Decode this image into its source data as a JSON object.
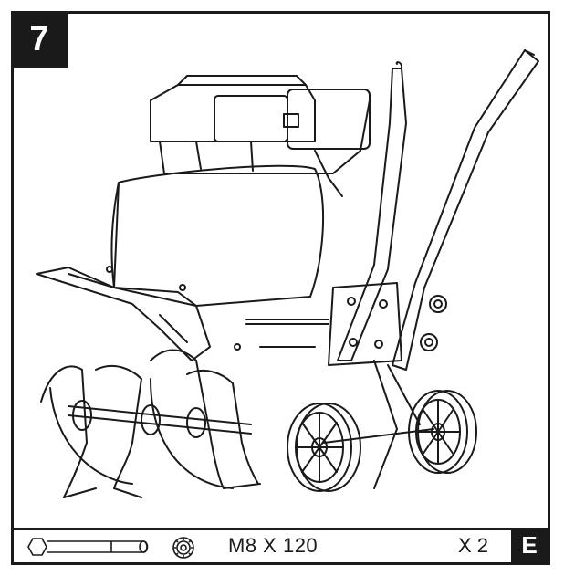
{
  "step": {
    "number": "7"
  },
  "hardware": {
    "spec": "M8 X 120",
    "quantity": "X 2",
    "part_letter": "E",
    "icons": [
      "bolt-icon",
      "nut-icon"
    ]
  },
  "colors": {
    "ink": "#1a1a1a",
    "background": "#ffffff"
  }
}
